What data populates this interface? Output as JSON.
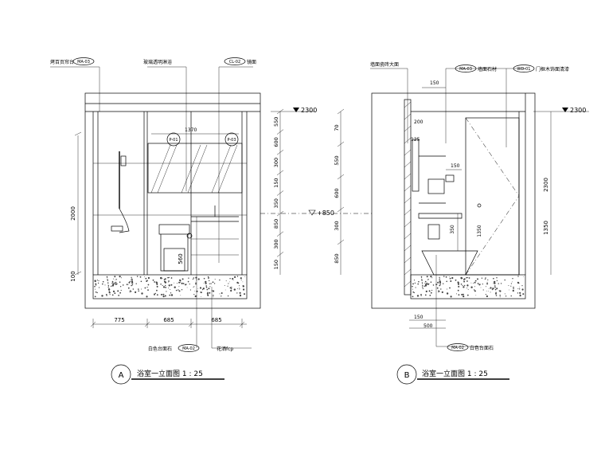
{
  "elevation_a": {
    "callouts_top": [
      "烤百页帘台",
      "MA-03",
      "玻璃透明淋浴",
      "CL-02",
      "镜面"
    ],
    "markers": [
      "P-01",
      "P-03"
    ],
    "dims_vertical_left": [
      "2000",
      "100"
    ],
    "dims_vertical_inner": [
      "560"
    ],
    "dim_1370": "1370",
    "dims_horizontal": [
      "775",
      "685",
      "685"
    ],
    "callouts_bottom": [
      "白色台面石",
      "MA-02",
      "花洒fcp"
    ],
    "title_circle": "A",
    "title": "浴室一立面图  1 : 25"
  },
  "middle_dims": {
    "level_top": "2300",
    "level_mid": "+850",
    "chain_left": [
      "550",
      "600",
      "300",
      "150",
      "350",
      "850",
      "300",
      "150"
    ],
    "chain_right": [
      "70",
      "550",
      "600",
      "300",
      "850"
    ],
    "total_right": [
      "2300",
      "1350"
    ]
  },
  "elevation_b": {
    "callouts_top": [
      "墙面瓷砖大面",
      "MA-03",
      "墙面石材",
      "WD-01",
      "门框木饰面清漆"
    ],
    "dims_small": [
      "150",
      "200",
      "125",
      "150",
      "350",
      "1350"
    ],
    "level_top": "2300",
    "dims_bottom": [
      "150",
      "500"
    ],
    "callout_bottom": [
      "MA-02",
      "白色台面石"
    ],
    "title_circle": "B",
    "title": "浴室一立面图  1 : 25"
  },
  "colors": {
    "line": "#000000",
    "background": "#ffffff",
    "hatch": "#444444"
  }
}
